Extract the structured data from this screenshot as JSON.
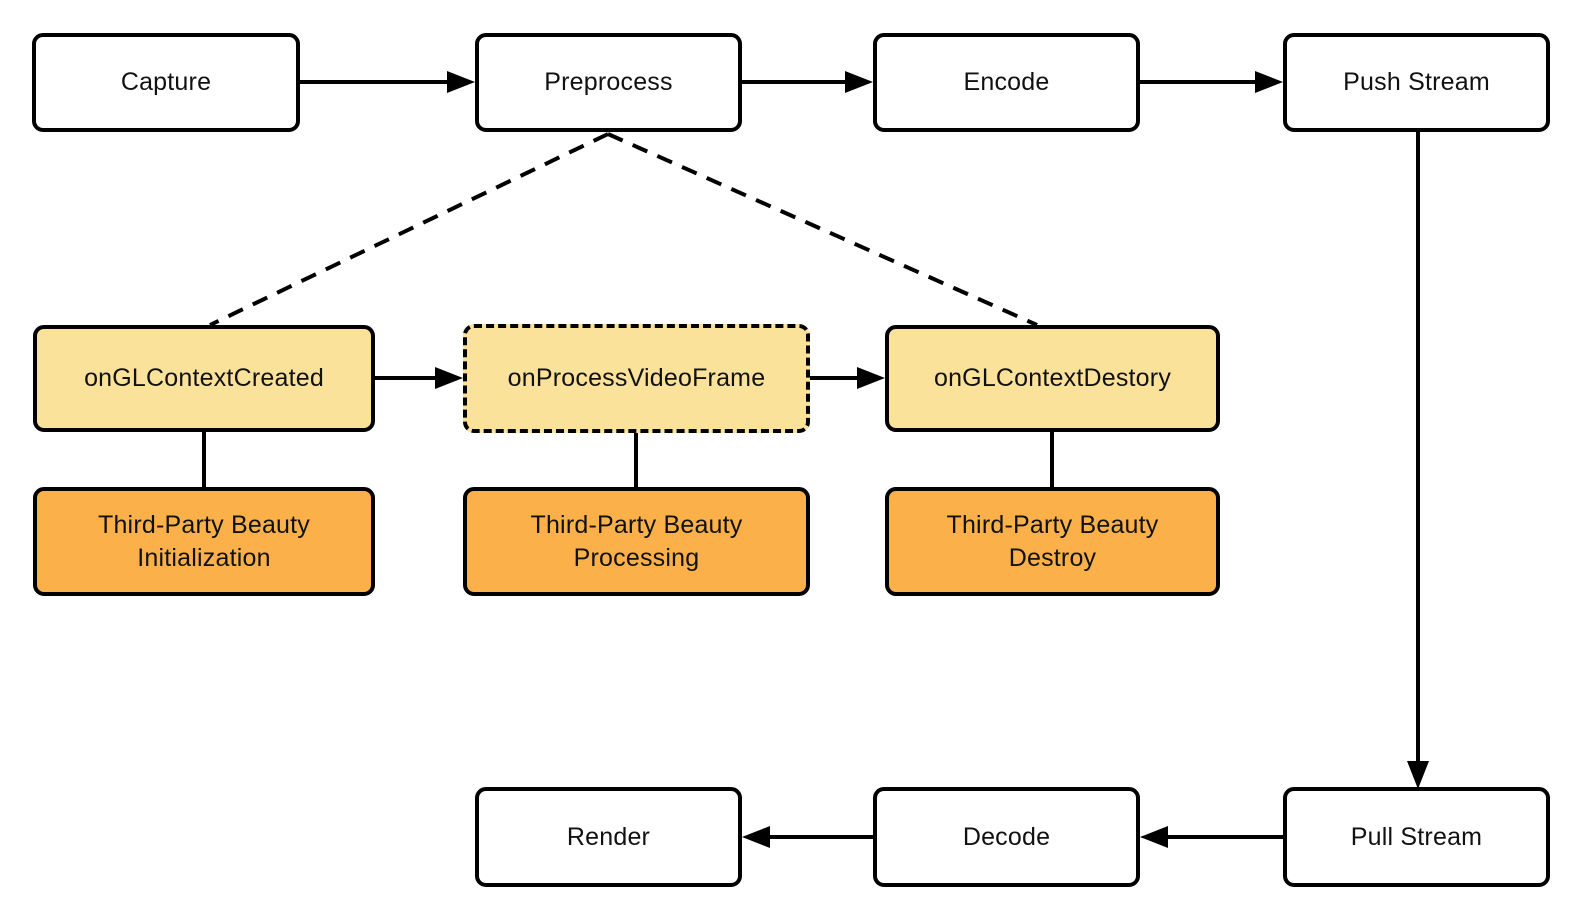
{
  "diagram": {
    "type": "flowchart",
    "colors": {
      "plain_node_fill": "#FFFFFF",
      "callback_node_fill": "#FBE29A",
      "third_party_node_fill": "#FBB04A",
      "border_and_line": "#000000"
    },
    "nodes": {
      "capture": {
        "label": "Capture"
      },
      "preprocess": {
        "label": "Preprocess"
      },
      "encode": {
        "label": "Encode"
      },
      "push_stream": {
        "label": "Push Stream"
      },
      "on_gl_context_created": {
        "label": "onGLContextCreated"
      },
      "on_process_video_frame": {
        "label": "onProcessVideoFrame"
      },
      "on_gl_context_destory": {
        "label": "onGLContextDestory"
      },
      "beauty_initialization": {
        "line1": "Third-Party Beauty",
        "line2": "Initialization"
      },
      "beauty_processing": {
        "line1": "Third-Party Beauty",
        "line2": "Processing"
      },
      "beauty_destroy": {
        "line1": "Third-Party Beauty",
        "line2": "Destroy"
      },
      "render": {
        "label": "Render"
      },
      "decode": {
        "label": "Decode"
      },
      "pull_stream": {
        "label": "Pull Stream"
      }
    },
    "edges": [
      {
        "from": "capture",
        "to": "preprocess",
        "style": "solid-arrow"
      },
      {
        "from": "preprocess",
        "to": "encode",
        "style": "solid-arrow"
      },
      {
        "from": "encode",
        "to": "push_stream",
        "style": "solid-arrow"
      },
      {
        "from": "push_stream",
        "to": "pull_stream",
        "style": "solid-arrow"
      },
      {
        "from": "preprocess",
        "to": "on_gl_context_created",
        "style": "dashed-line"
      },
      {
        "from": "preprocess",
        "to": "on_gl_context_destory",
        "style": "dashed-line"
      },
      {
        "from": "on_gl_context_created",
        "to": "on_process_video_frame",
        "style": "solid-arrow"
      },
      {
        "from": "on_process_video_frame",
        "to": "on_gl_context_destory",
        "style": "solid-arrow"
      },
      {
        "from": "on_gl_context_created",
        "to": "beauty_initialization",
        "style": "solid-line"
      },
      {
        "from": "on_process_video_frame",
        "to": "beauty_processing",
        "style": "solid-line"
      },
      {
        "from": "on_gl_context_destory",
        "to": "beauty_destroy",
        "style": "solid-line"
      },
      {
        "from": "pull_stream",
        "to": "decode",
        "style": "solid-arrow"
      },
      {
        "from": "decode",
        "to": "render",
        "style": "solid-arrow"
      }
    ]
  }
}
